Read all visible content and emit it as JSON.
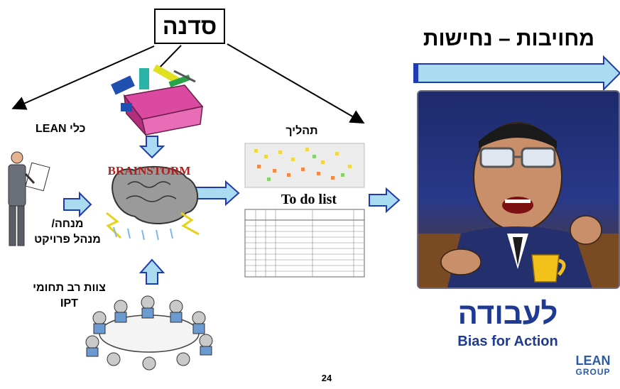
{
  "title": "סדנה",
  "commitment_heading": "מחויבות – נחישות",
  "work_hebrew": "לעבודה",
  "bias_for_action": "Bias for Action",
  "lean_tools_label": "כלי LEAN",
  "process_label": "תהליך",
  "todo_label": "To do list",
  "manager_label_line1": "מנחה/",
  "manager_label_line2": "מנהל פרויקט",
  "team_label_line1": "צוות רב תחומי",
  "team_label_line2": "IPT",
  "brainstorm_label": "BRAINSTORM",
  "page_number": "24",
  "logo_line1": "LEAN",
  "logo_line2": "GROUP",
  "colors": {
    "arrow_fill": "#a9dcf0",
    "arrow_stroke": "#1f3bb3",
    "heading_blue": "#1f3a93"
  }
}
